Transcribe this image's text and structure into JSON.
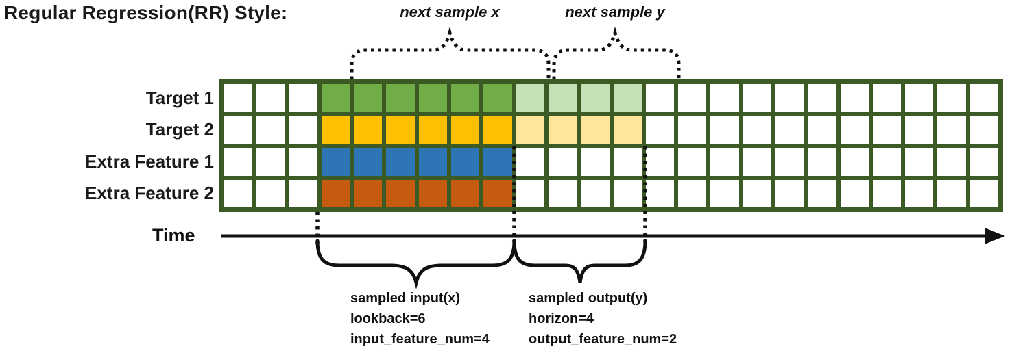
{
  "title": "Regular Regression(RR) Style:",
  "colors": {
    "grid_line": "#3C5A23",
    "input_green": "#70AD47",
    "output_green": "#C5E0B4",
    "input_yellow": "#FFC000",
    "output_yellow": "#FFE699",
    "input_blue": "#2E75B6",
    "input_orange": "#C55A11",
    "ink": "#111111"
  },
  "grid": {
    "columns": 24,
    "input_cols": [
      4,
      9
    ],
    "output_cols": [
      10,
      13
    ],
    "rows": [
      {
        "label": "Target 1",
        "input_color": "#70AD47",
        "output_color": "#C5E0B4"
      },
      {
        "label": "Target 2",
        "input_color": "#FFC000",
        "output_color": "#FFE699"
      },
      {
        "label": "Extra Feature 1",
        "input_color": "#2E75B6",
        "output_color": null
      },
      {
        "label": "Extra Feature 2",
        "input_color": "#C55A11",
        "output_color": null
      }
    ]
  },
  "annotations": {
    "next_sample_x": "next sample x",
    "next_sample_y": "next sample y",
    "time_label": "Time",
    "input_block": [
      "sampled input(x)",
      "lookback=6",
      "input_feature_num=4"
    ],
    "output_block": [
      "sampled output(y)",
      "horizon=4",
      "output_feature_num=2"
    ]
  }
}
